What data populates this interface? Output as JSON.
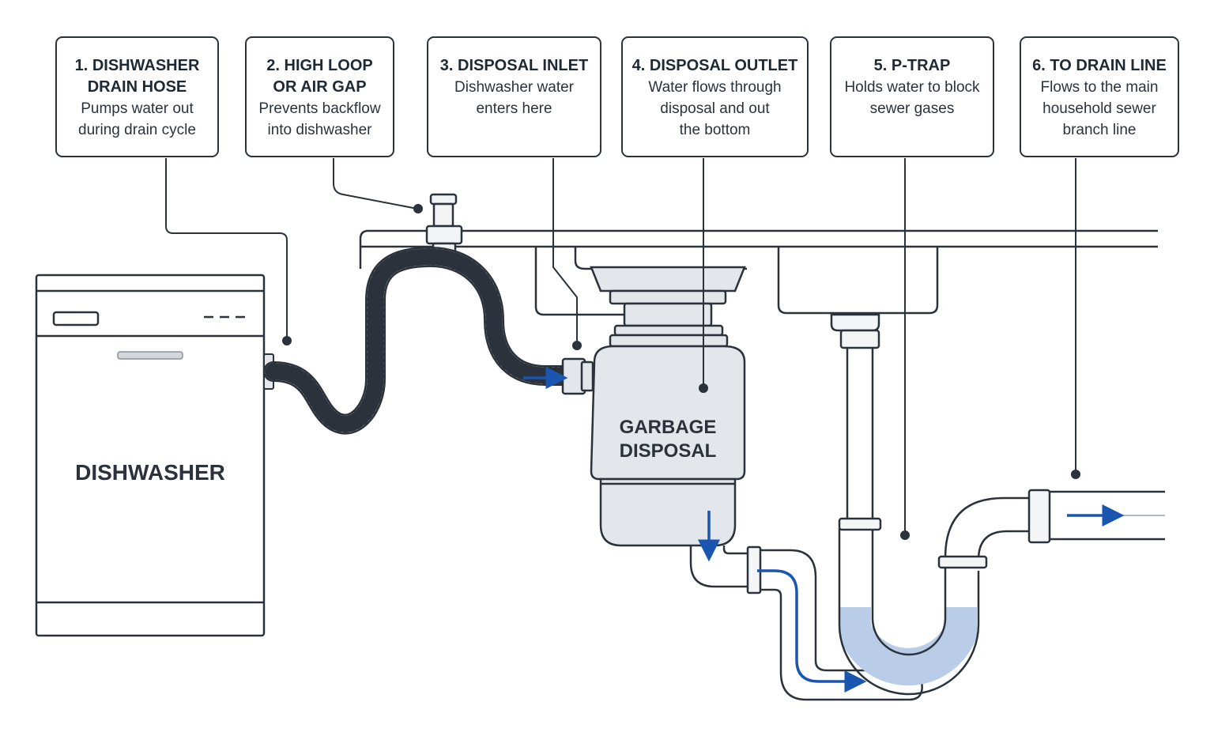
{
  "callouts": [
    {
      "title": "1. DISHWASHER\nDRAIN HOSE",
      "desc": "Pumps water out\nduring drain cycle"
    },
    {
      "title": "2. HIGH LOOP\nOR AIR GAP",
      "desc": "Prevents backflow\ninto dishwasher"
    },
    {
      "title": "3. DISPOSAL INLET",
      "desc": "Dishwasher water\nenters here"
    },
    {
      "title": "4. DISPOSAL OUTLET",
      "desc": "Water flows through\ndisposal and out\nthe bottom"
    },
    {
      "title": "5. P-TRAP",
      "desc": "Holds water to block\nsewer gases"
    },
    {
      "title": "6. TO DRAIN LINE",
      "desc": "Flows to the main\nhousehold sewer\nbranch line"
    }
  ],
  "labels": {
    "dishwasher": "DISHWASHER",
    "garbage_disposal": "GARBAGE\nDISPOSAL"
  },
  "colors": {
    "outline": "#2b323b",
    "flow_arrow": "#1a56b0",
    "trap_water": "#b9cde8",
    "disposal_fill": "#e3e6ea"
  }
}
